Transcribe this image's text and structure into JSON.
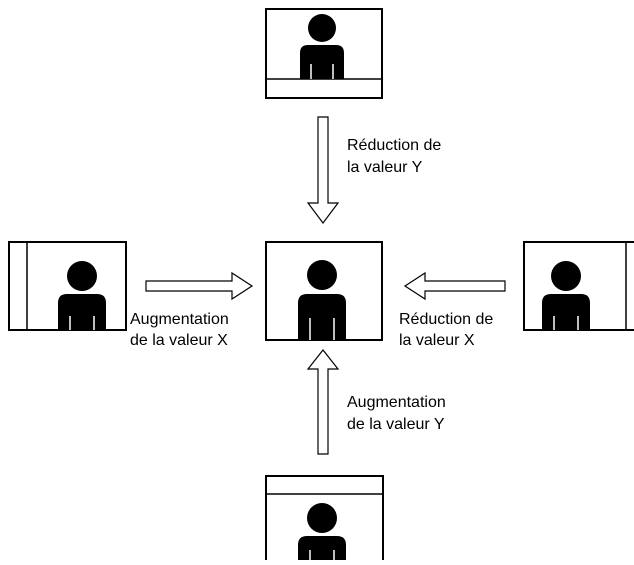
{
  "colors": {
    "stroke": "#000000",
    "figure": "#000000",
    "background": "#ffffff"
  },
  "labels": {
    "top": {
      "line1": "Réduction de",
      "line2": "la valeur Y"
    },
    "left": {
      "line1": "Augmentation",
      "line2": "de la valeur X"
    },
    "right": {
      "line1": "Réduction de",
      "line2": "la valeur X"
    },
    "bottom": {
      "line1": "Augmentation",
      "line2": "de la valeur Y"
    }
  },
  "icons": {
    "frames": [
      "person-silhouette-icon",
      "person-silhouette-icon",
      "person-silhouette-icon",
      "person-silhouette-icon",
      "person-silhouette-icon"
    ],
    "arrows": [
      "arrow-down-icon",
      "arrow-right-icon",
      "arrow-left-icon",
      "arrow-up-icon"
    ]
  }
}
